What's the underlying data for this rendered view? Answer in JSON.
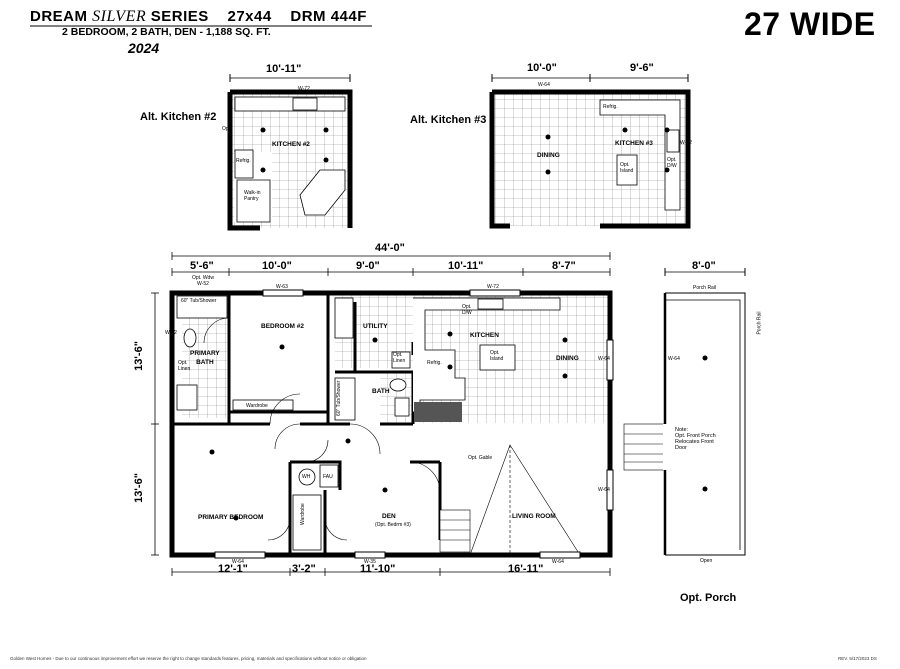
{
  "header": {
    "series_pre": "DREAM ",
    "series_silver": "SILVER",
    "series_post": " SERIES    27x44    DRM 444F",
    "specs": "2 BEDROOM, 2 BATH, DEN - 1,188 SQ. FT.",
    "year": "2024",
    "width_badge": "27 WIDE"
  },
  "alt_kitchen_2": {
    "label": "Alt. Kitchen #2",
    "dim_top": "10'-11\"",
    "room": "KITCHEN #2",
    "pantry": "Walk-in\nPantry",
    "window": "W-72",
    "refrig": "Refrig.",
    "opt": "Opt."
  },
  "alt_kitchen_3": {
    "label": "Alt. Kitchen #3",
    "dim_a": "10'-0\"",
    "dim_b": "9'-6\"",
    "dining": "DINING",
    "kitchen": "KITCHEN #3",
    "island": "Opt.\nIsland",
    "window": "W-64",
    "window2": "W-72",
    "refrig": "Refrig.",
    "opt_dw": "Opt.\nD/W"
  },
  "main_plan": {
    "overall": "44'-0\"",
    "top_dims": [
      "5'-6\"",
      "10'-0\"",
      "9'-0\"",
      "10'-11\"",
      "8'-7\""
    ],
    "bottom_dims": [
      "12'-1\"",
      "3'-2\"",
      "11'-10\"",
      "16'-11\""
    ],
    "left_dims": [
      "13'-6\"",
      "13'-6\""
    ],
    "rooms": {
      "primary_bath": "PRIMARY\nBATH",
      "bedroom2": "BEDROOM #2",
      "utility": "UTILITY",
      "kitchen": "KITCHEN",
      "dining": "DINING",
      "bath": "BATH",
      "primary_bedroom": "PRIMARY BEDROOM",
      "den": "DEN",
      "den_sub": "(Opt. Bedrm #3)",
      "living": "LIVING ROOM"
    },
    "notes": {
      "tub_shower": "60\" Tub/Shower",
      "tub_shower2": "60\" Tub/Shower",
      "opt_wdw": "Opt. Wdw\nW-52",
      "wardrobe": "Wardrobe",
      "wardrobe2": "Wardrobe",
      "opt_linen": "Opt.\nLinen",
      "opt_linen2": "Opt.\nLinen",
      "opt_island": "Opt.\nIsland",
      "opt_dw": "Opt.\nD/W",
      "refrig": "Refrig.",
      "opt_gable": "Opt. Gable",
      "wh": "WH",
      "fau": "FAU",
      "w63": "W-63",
      "w72": "W-72",
      "w64a": "W-64",
      "w64b": "W-64",
      "w64c": "W-64",
      "w35": "W-35",
      "w64d": "W-64",
      "w52": "W-52"
    }
  },
  "porch": {
    "dim": "8'-0\"",
    "label": "Opt. Porch",
    "rail_top": "Porch Rail",
    "rail_side": "Porch Rail",
    "open": "Open",
    "note": "Note:\nOpt. Front Porch\nRelocates Front\nDoor",
    "w64": "W-64"
  },
  "footer": {
    "left": "Golden West Homes - Due to our continuous improvement effort we reserve the right to change standards features, pricing, materials and specifications without notice or obligation",
    "right": "REV. 5/17/2023  DS"
  }
}
